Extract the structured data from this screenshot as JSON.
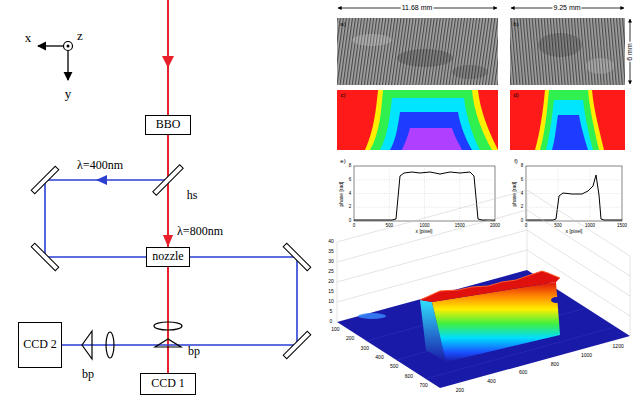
{
  "diagram": {
    "nodes": [
      {
        "text": [
          "BBO"
        ]
      },
      {
        "text": [
          "nozzle"
        ]
      },
      {
        "text": [
          "CCD 2"
        ]
      },
      {
        "text": [
          "CCD 1"
        ]
      }
    ],
    "edges": [
      {
        "from": 0,
        "to": 1,
        "arrow": "to"
      },
      {
        "from": 1,
        "to": 3,
        "arrow": "none"
      },
      {
        "from": 1,
        "to": 2,
        "arrow": "none"
      }
    ],
    "labels": [
      "x",
      "z",
      "y",
      "hs",
      "λ=400nm",
      "λ=800nm",
      "bp",
      "bp",
      "11.68 mm",
      "9.25 mm",
      "6 mm",
      "a)",
      "b)",
      "c)",
      "d)",
      "e)",
      "f)",
      "phase [rad]",
      "x [pixel]",
      "phase [rad]",
      "x [pixel]",
      "0",
      "500",
      "1000",
      "1500",
      "2000",
      "0",
      "2",
      "4",
      "6",
      "8",
      "0",
      "500",
      "1000",
      "1500",
      "0",
      "2",
      "4",
      "6",
      "8",
      "0",
      "5",
      "10",
      "15",
      "20",
      "25",
      "30",
      "35",
      "40",
      "100",
      "200",
      "300",
      "400",
      "500",
      "600",
      "700",
      "200",
      "400",
      "600",
      "800",
      "1000",
      "1200"
    ]
  }
}
